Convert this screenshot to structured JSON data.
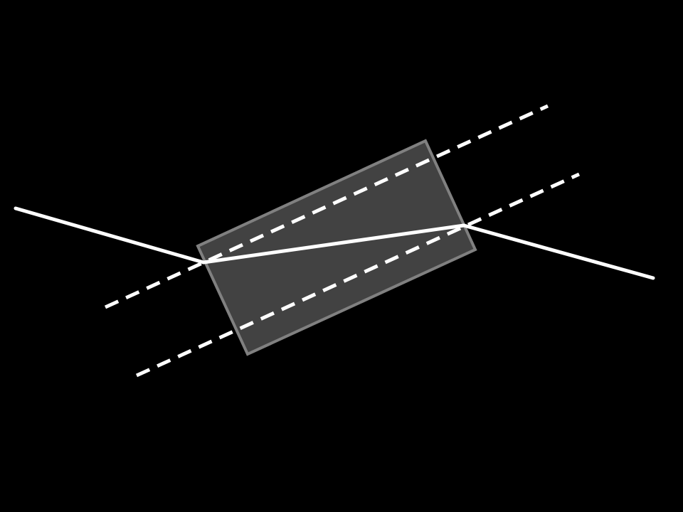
{
  "colors": {
    "background": "#000000",
    "slab_fill": "#424242",
    "slab_stroke": "#808080",
    "ray": "#ffffff",
    "normal": "#ffffff"
  },
  "diagram": {
    "glass_slab": {
      "shape": "rotated-rectangle"
    },
    "rays": [
      {
        "segment": "incident",
        "style": "solid"
      },
      {
        "segment": "refracted-inside",
        "style": "solid"
      },
      {
        "segment": "emergent",
        "style": "solid"
      }
    ],
    "normals": [
      {
        "surface": "entry-face",
        "style": "dashed"
      },
      {
        "surface": "exit-face",
        "style": "dashed"
      }
    ]
  }
}
